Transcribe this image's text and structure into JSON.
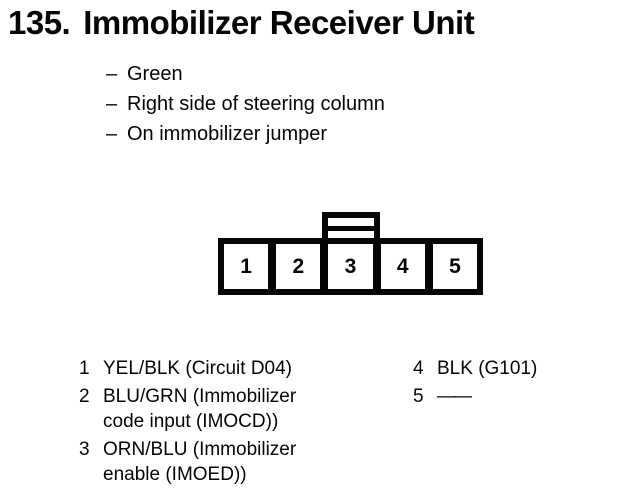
{
  "page": {
    "number": "135.",
    "title": "Immobilizer Receiver Unit",
    "notes": [
      {
        "dash": "–",
        "text": "Green"
      },
      {
        "dash": "–",
        "text": "Right side of steering column"
      },
      {
        "dash": "–",
        "text": "On immobilizer jumper"
      }
    ]
  },
  "connector": {
    "pins": [
      "1",
      "2",
      "3",
      "4",
      "5"
    ],
    "tab_over_pin": "3"
  },
  "legend": {
    "left": [
      {
        "pin": "1",
        "line1": "YEL/BLK (Circuit D04)",
        "line2": ""
      },
      {
        "pin": "2",
        "line1": "BLU/GRN (Immobilizer",
        "line2": "code input (IMOCD))"
      },
      {
        "pin": "3",
        "line1": "ORN/BLU (Immobilizer",
        "line2": "enable (IMOED))"
      }
    ],
    "right": [
      {
        "pin": "4",
        "line1": "BLK (G101)",
        "line2": ""
      },
      {
        "pin": "5",
        "line1": "——",
        "line2": ""
      }
    ]
  },
  "colors": {
    "ink": "#050505",
    "paper": "#ffffff"
  }
}
